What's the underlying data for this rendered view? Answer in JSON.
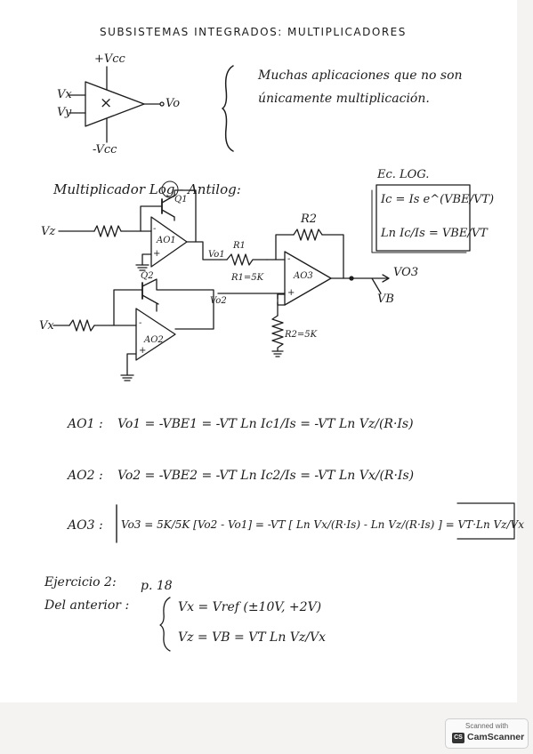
{
  "header": {
    "title": "SUBSISTEMAS   INTEGRADOS:   MULTIPLICADORES"
  },
  "block": {
    "vcc_pos": "+Vcc",
    "vcc_neg": "-Vcc",
    "in_x": "Vx",
    "in_y": "Vy",
    "symbol": "×",
    "out": "Vo",
    "note_l1": "Muchas aplicaciones que no son",
    "note_l2": "únicamente multiplicación."
  },
  "section": {
    "title": "Multiplicador Log - Antilog:"
  },
  "ecbox": {
    "title": "Ec. LOG.",
    "l1": "Ic = Is e^(VBE/VT)",
    "l2": "Ln Ic/Is = VBE/VT"
  },
  "circuit": {
    "vz": "Vz",
    "vx": "Vx",
    "q1": "Q1",
    "q2": "Q2",
    "ao1": "AO1",
    "ao2": "AO2",
    "ao3": "AO3",
    "vo1": "Vo1",
    "vo2": "Vo2",
    "r1": "R1",
    "r2": "R2",
    "r1val": "R1=5K",
    "r2val": "R2=5K",
    "vo3": "VO3",
    "vb": "VB",
    "minus": "-",
    "plus": "+"
  },
  "equations": {
    "ao1_label": "AO1 :",
    "ao1": "Vo1 = -VBE1 = -VT Ln Ic1/Is = -VT Ln Vz/(R·Is)",
    "ao2_label": "AO2 :",
    "ao2": "Vo2 = -VBE2 = -VT Ln Ic2/Is = -VT Ln Vx/(R·Is)",
    "ao3_label": "AO3 :",
    "ao3": "Vo3 = 5K/5K [Vo2 - Vo1] = -VT [ Ln Vx/(R·Is) - Ln Vz/(R·Is) ] = VT·Ln Vz/Vx"
  },
  "exercise": {
    "title": "Ejercicio 2:",
    "page": "p. 18",
    "from": "Del anterior :",
    "l1": "Vx = Vref  (±10V, +2V)",
    "l2": "Vz = VB = VT Ln Vz/Vx"
  },
  "stamp": {
    "line1": "Scanned with",
    "logo": "CS",
    "line2": "CamScanner"
  }
}
